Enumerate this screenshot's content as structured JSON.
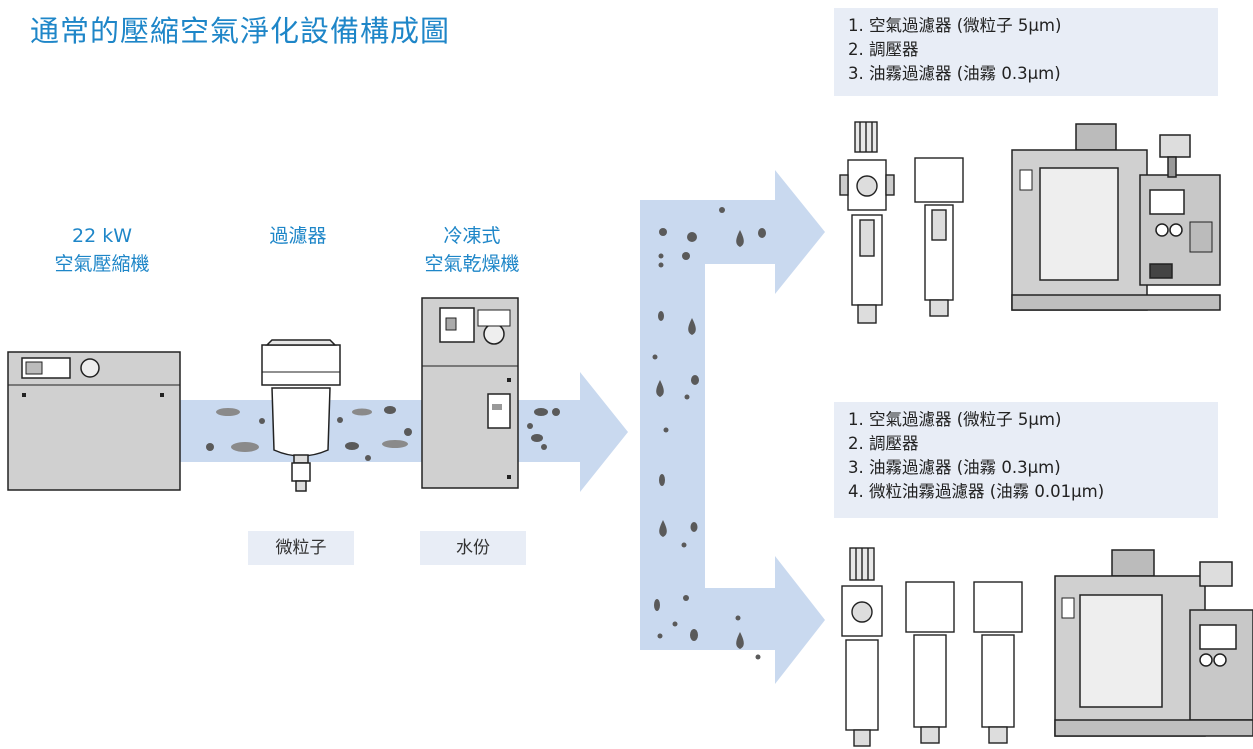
{
  "title": "通常的壓縮空氣淨化設備構成圖",
  "stages": {
    "compressor": [
      "22 kW",
      "空氣壓縮機"
    ],
    "filter": [
      "過濾器"
    ],
    "dryer": [
      "冷凍式",
      "空氣乾燥機"
    ]
  },
  "removed": {
    "filter": "微粒子",
    "dryer": "水份"
  },
  "branches": [
    {
      "items": [
        "1. 空氣過濾器 (微粒子 5μm)",
        "2. 調壓器",
        "3. 油霧過濾器 (油霧 0.3μm)"
      ]
    },
    {
      "items": [
        "1. 空氣過濾器 (微粒子 5μm)",
        "2. 調壓器",
        "3. 油霧過濾器 (油霧 0.3μm)",
        "4. 微粒油霧過濾器 (油霧  0.01μm)"
      ]
    }
  ],
  "colors": {
    "accent": "#1e86c8",
    "pipe": "#c9d9ef",
    "panel": "#e8edf6",
    "equipment": "#d0d0d0",
    "droplet": "#5a5a5a"
  },
  "icons": [
    "compressor-icon",
    "filter-unit-icon",
    "dryer-icon",
    "frl-unit-icon",
    "cnc-machine-icon",
    "droplet-icon"
  ]
}
